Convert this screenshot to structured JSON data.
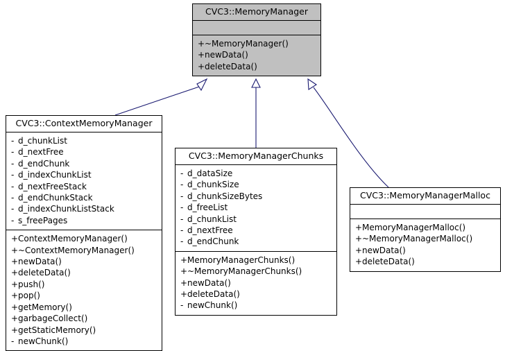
{
  "diagram": {
    "type": "uml-class-inheritance",
    "title": "CVC3 MemoryManager inheritance diagram",
    "background_color": "#ffffff",
    "edge_color": "#191970",
    "base_fill_color": "#c0c0c0",
    "derived_fill_color": "#ffffff",
    "border_color": "#000000"
  },
  "classes": [
    {
      "id": "memory-manager",
      "name": "CVC3::MemoryManager",
      "highlighted": true,
      "attributes": [],
      "operations": [
        {
          "visibility": "+",
          "label": "~MemoryManager()"
        },
        {
          "visibility": "+",
          "label": "newData()"
        },
        {
          "visibility": "+",
          "label": "deleteData()"
        }
      ]
    },
    {
      "id": "context-memory-manager",
      "name": "CVC3::ContextMemoryManager",
      "highlighted": false,
      "attributes": [
        {
          "visibility": "-",
          "label": "d_chunkList"
        },
        {
          "visibility": "-",
          "label": "d_nextFree"
        },
        {
          "visibility": "-",
          "label": "d_endChunk"
        },
        {
          "visibility": "-",
          "label": "d_indexChunkList"
        },
        {
          "visibility": "-",
          "label": "d_nextFreeStack"
        },
        {
          "visibility": "-",
          "label": "d_endChunkStack"
        },
        {
          "visibility": "-",
          "label": "d_indexChunkListStack"
        },
        {
          "visibility": "-",
          "label": "s_freePages"
        }
      ],
      "operations": [
        {
          "visibility": "+",
          "label": "ContextMemoryManager()"
        },
        {
          "visibility": "+",
          "label": "~ContextMemoryManager()"
        },
        {
          "visibility": "+",
          "label": "newData()"
        },
        {
          "visibility": "+",
          "label": "deleteData()"
        },
        {
          "visibility": "+",
          "label": "push()"
        },
        {
          "visibility": "+",
          "label": "pop()"
        },
        {
          "visibility": "+",
          "label": "getMemory()"
        },
        {
          "visibility": "+",
          "label": "garbageCollect()"
        },
        {
          "visibility": "+",
          "label": "getStaticMemory()"
        },
        {
          "visibility": "-",
          "label": "newChunk()"
        }
      ]
    },
    {
      "id": "memory-manager-chunks",
      "name": "CVC3::MemoryManagerChunks",
      "highlighted": false,
      "attributes": [
        {
          "visibility": "-",
          "label": "d_dataSize"
        },
        {
          "visibility": "-",
          "label": "d_chunkSize"
        },
        {
          "visibility": "-",
          "label": "d_chunkSizeBytes"
        },
        {
          "visibility": "-",
          "label": "d_freeList"
        },
        {
          "visibility": "-",
          "label": "d_chunkList"
        },
        {
          "visibility": "-",
          "label": "d_nextFree"
        },
        {
          "visibility": "-",
          "label": "d_endChunk"
        }
      ],
      "operations": [
        {
          "visibility": "+",
          "label": "MemoryManagerChunks()"
        },
        {
          "visibility": "+",
          "label": "~MemoryManagerChunks()"
        },
        {
          "visibility": "+",
          "label": "newData()"
        },
        {
          "visibility": "+",
          "label": "deleteData()"
        },
        {
          "visibility": "-",
          "label": "newChunk()"
        }
      ]
    },
    {
      "id": "memory-manager-malloc",
      "name": "CVC3::MemoryManagerMalloc",
      "highlighted": false,
      "attributes": [],
      "operations": [
        {
          "visibility": "+",
          "label": "MemoryManagerMalloc()"
        },
        {
          "visibility": "+",
          "label": "~MemoryManagerMalloc()"
        },
        {
          "visibility": "+",
          "label": "newData()"
        },
        {
          "visibility": "+",
          "label": "deleteData()"
        }
      ]
    }
  ],
  "relations": [
    {
      "from": "context-memory-manager",
      "to": "memory-manager",
      "kind": "inheritance"
    },
    {
      "from": "memory-manager-chunks",
      "to": "memory-manager",
      "kind": "inheritance"
    },
    {
      "from": "memory-manager-malloc",
      "to": "memory-manager",
      "kind": "inheritance"
    }
  ]
}
